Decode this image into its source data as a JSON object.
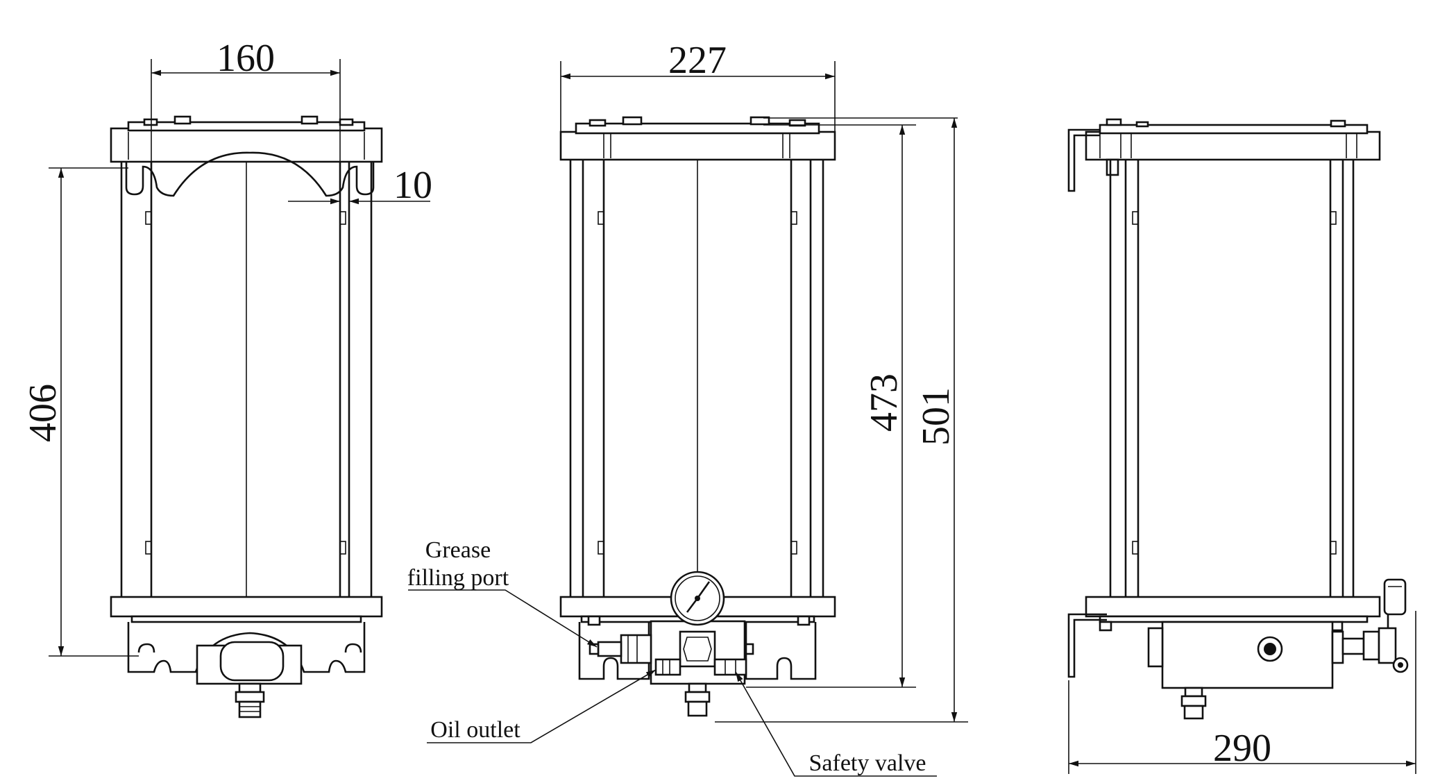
{
  "dimensions": {
    "front_width": "160",
    "front_height": "406",
    "front_gap": "10",
    "side_width": "227",
    "side_height_inner": "473",
    "side_height_total": "501",
    "right_width": "290"
  },
  "labels": {
    "grease_line1": "Grease",
    "grease_line2": "filling port",
    "oil_outlet": "Oil outlet",
    "safety_valve": "Safety valve"
  }
}
